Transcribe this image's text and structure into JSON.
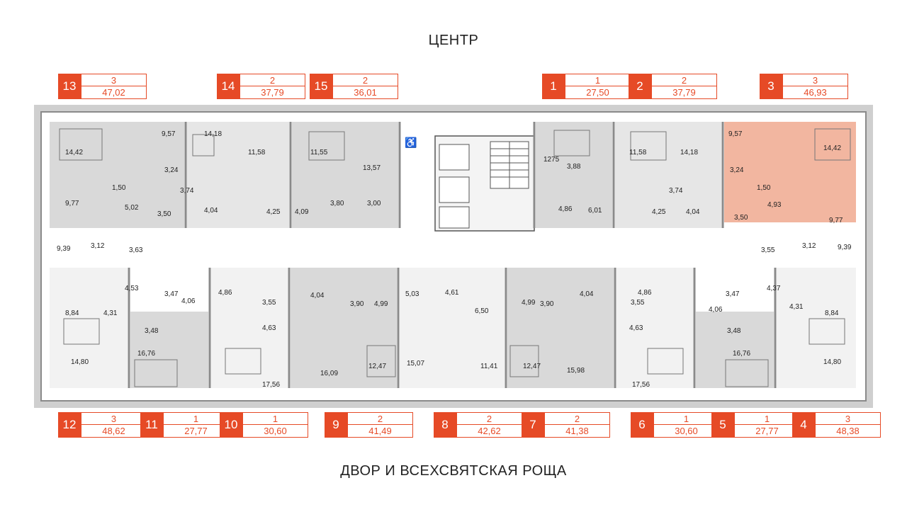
{
  "labels": {
    "top": "ЦЕНТР",
    "bottom": "ДВОР И ВСЕХСВЯТСКАЯ РОЩА"
  },
  "colors": {
    "accent": "#e64a26",
    "highlight": "#f2b6a0",
    "unit_fill": "#d9d9d9",
    "corridor": "#ffffff",
    "wall": "#8a8a8a"
  },
  "highlighted_unit": "3",
  "units": [
    {
      "num": "13",
      "rooms": "3",
      "area": "47,02"
    },
    {
      "num": "14",
      "rooms": "2",
      "area": "37,79"
    },
    {
      "num": "15",
      "rooms": "2",
      "area": "36,01"
    },
    {
      "num": "1",
      "rooms": "1",
      "area": "27,50"
    },
    {
      "num": "2",
      "rooms": "2",
      "area": "37,79"
    },
    {
      "num": "3",
      "rooms": "3",
      "area": "46,93"
    },
    {
      "num": "12",
      "rooms": "3",
      "area": "48,62"
    },
    {
      "num": "11",
      "rooms": "1",
      "area": "27,77"
    },
    {
      "num": "10",
      "rooms": "1",
      "area": "30,60"
    },
    {
      "num": "9",
      "rooms": "2",
      "area": "41,49"
    },
    {
      "num": "8",
      "rooms": "2",
      "area": "42,62"
    },
    {
      "num": "7",
      "rooms": "2",
      "area": "41,38"
    },
    {
      "num": "6",
      "rooms": "1",
      "area": "30,60"
    },
    {
      "num": "5",
      "rooms": "1",
      "area": "27,77"
    },
    {
      "num": "4",
      "rooms": "3",
      "area": "48,38"
    }
  ],
  "room_areas": [
    "14,42",
    "9,57",
    "3,24",
    "1,50",
    "9,77",
    "5,02",
    "3,50",
    "14,18",
    "11,58",
    "3,74",
    "4,04",
    "4,25",
    "4,09",
    "11,55",
    "13,57",
    "3,80",
    "3,00",
    "1275",
    "3,88",
    "4,86",
    "6,01",
    "11,58",
    "14,18",
    "3,74",
    "4,25",
    "4,04",
    "9,57",
    "14,42",
    "3,24",
    "1,50",
    "3,50",
    "4,93",
    "9,77",
    "9,39",
    "3,12",
    "3,63",
    "4,53",
    "3,47",
    "8,84",
    "4,31",
    "4,06",
    "3,48",
    "14,80",
    "16,76",
    "4,86",
    "3,55",
    "4,63",
    "17,56",
    "4,04",
    "3,90",
    "4,99",
    "16,09",
    "12,47",
    "5,03",
    "4,61",
    "6,50",
    "15,07",
    "11,41",
    "4,99",
    "3,90",
    "4,04",
    "12,47",
    "15,98",
    "4,86",
    "3,55",
    "4,63",
    "17,56",
    "3,47",
    "4,06",
    "3,48",
    "16,76",
    "3,55",
    "3,12",
    "9,39",
    "4,37",
    "4,31",
    "8,84",
    "14,80"
  ]
}
